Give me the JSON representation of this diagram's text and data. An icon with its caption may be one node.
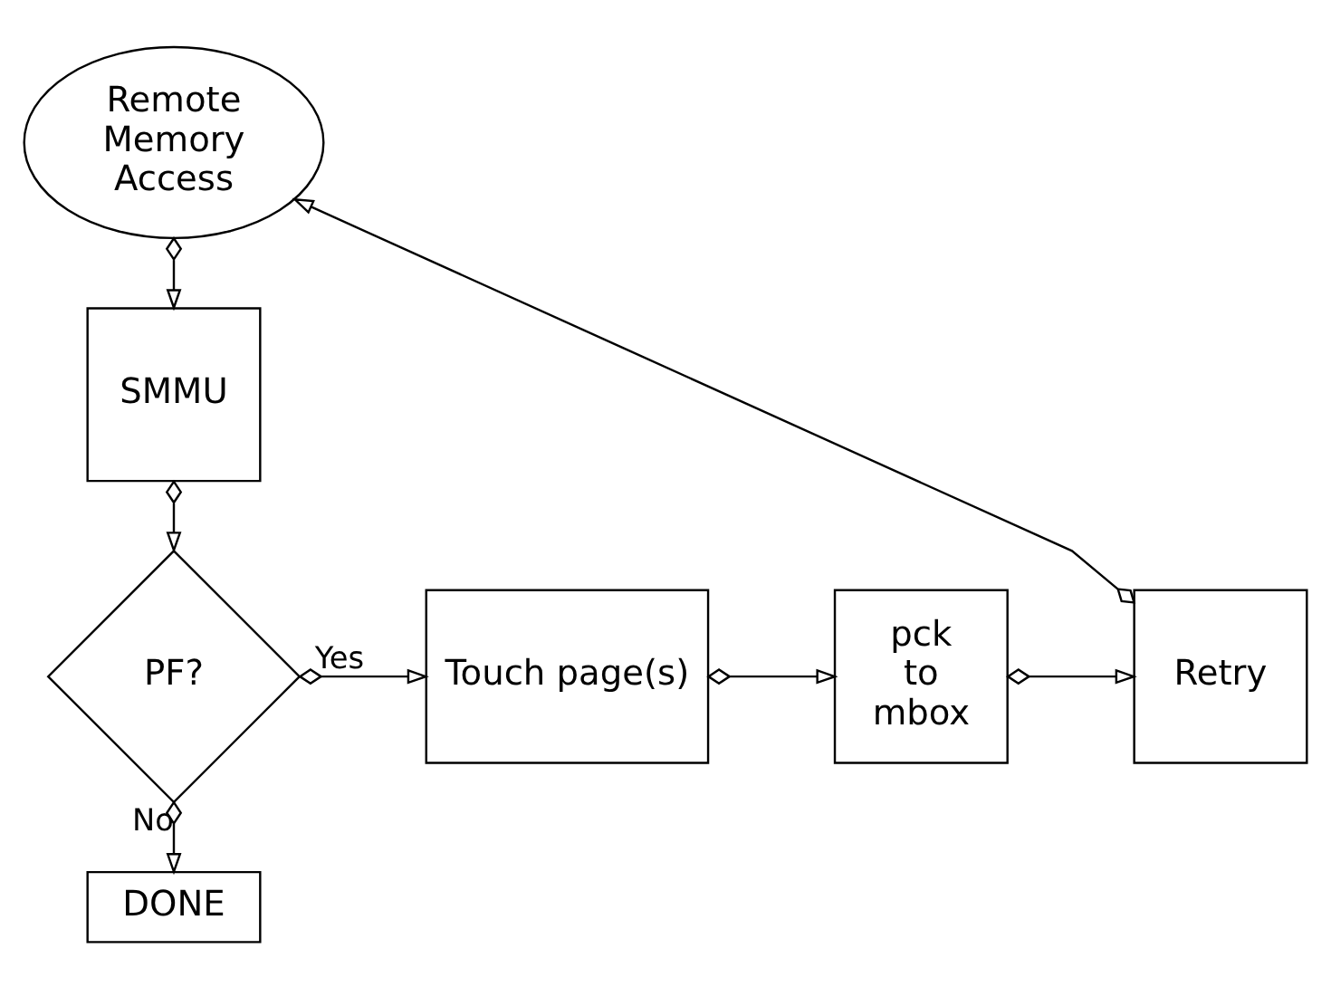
{
  "diagram": {
    "nodes": [
      {
        "text": [
          "Remote Memory Access"
        ]
      },
      {
        "text": [
          "SMMU"
        ]
      },
      {
        "text": [
          "PF?"
        ]
      },
      {
        "text": [
          "Touch page(s)"
        ]
      },
      {
        "text": [
          "pck to mbox"
        ]
      },
      {
        "text": [
          "Retry"
        ]
      },
      {
        "text": [
          "DONE"
        ]
      }
    ],
    "edges": [
      {
        "from": 0,
        "to": 1,
        "arrow": "to"
      },
      {
        "from": 1,
        "to": 2,
        "arrow": "to"
      },
      {
        "from": 2,
        "to": 3,
        "arrow": "to",
        "label": "Yes"
      },
      {
        "from": 3,
        "to": 4,
        "arrow": "to"
      },
      {
        "from": 4,
        "to": 5,
        "arrow": "to"
      },
      {
        "from": 5,
        "to": 0,
        "arrow": "to"
      },
      {
        "from": 2,
        "to": 6,
        "arrow": "to",
        "label": "No"
      }
    ]
  }
}
